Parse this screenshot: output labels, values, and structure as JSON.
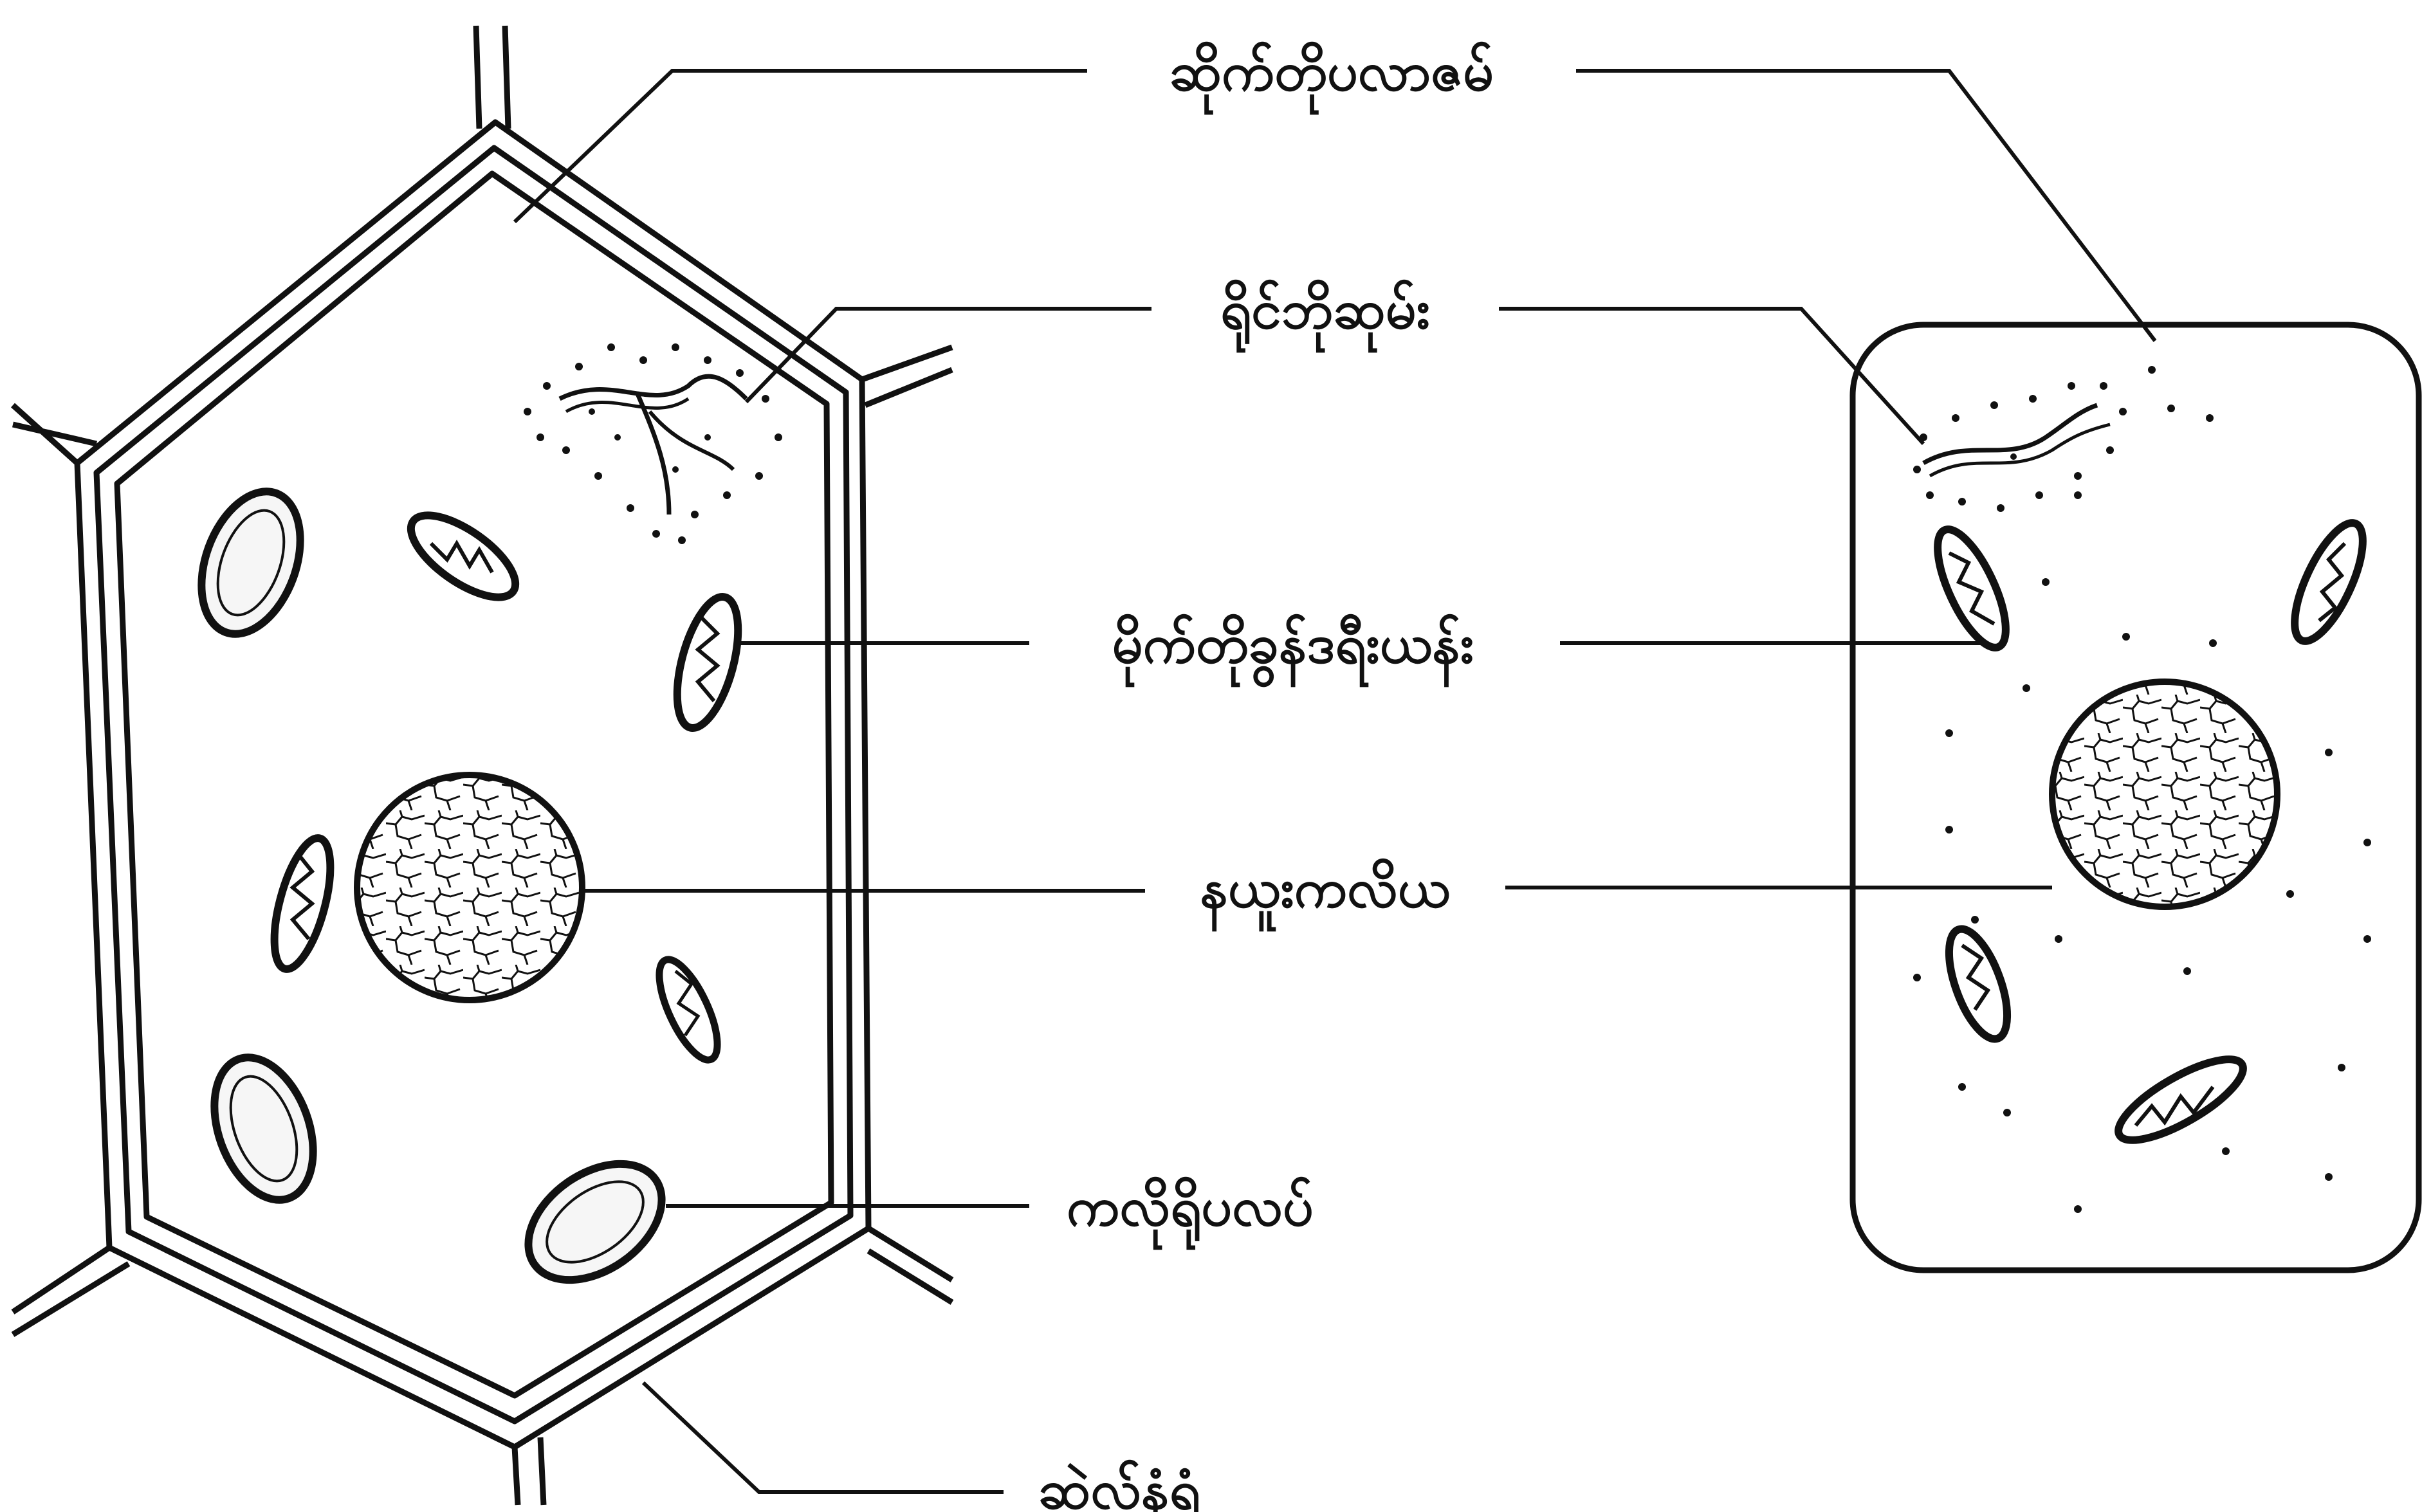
{
  "labels": {
    "cytoplasm": "ဆိုက်တိုပလာဇမ်",
    "ribosome": "ရိုင်ဘိုဆုမ်း",
    "mitochondria": "မိုက်တိုခွန်ဒရီးယန်း",
    "nucleus": "နယူးကလိယ",
    "chloroplast": "ကလိုရိုပလပ်",
    "cell_wall": "ဆဲလ်နံရံ"
  },
  "colors": {
    "ink": "#111111",
    "background": "#ffffff",
    "organelle_fill": "#f6f6f6"
  }
}
